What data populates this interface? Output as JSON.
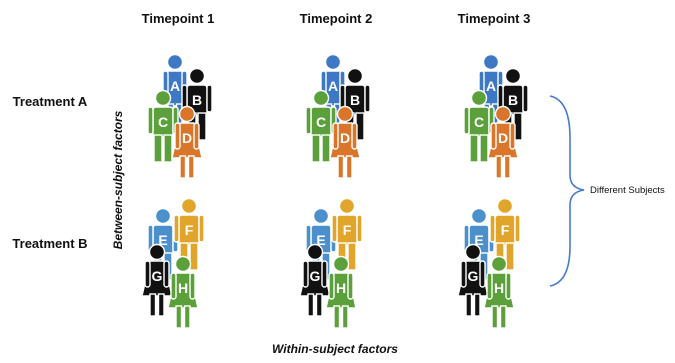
{
  "timepoints": [
    "Timepoint 1",
    "Timepoint 2",
    "Timepoint 3"
  ],
  "treatments": [
    "Treatment A",
    "Treatment B"
  ],
  "axis_labels": {
    "between": "Between-subject factors",
    "within": "Within-subject factors"
  },
  "bracket_label": "Different Subjects",
  "groups": {
    "treatment_a": [
      {
        "letter": "A",
        "shape": "female",
        "color": "#3d78c4"
      },
      {
        "letter": "B",
        "shape": "male",
        "color": "#111111"
      },
      {
        "letter": "C",
        "shape": "male",
        "color": "#5ba03a"
      },
      {
        "letter": "D",
        "shape": "female",
        "color": "#d9762b"
      }
    ],
    "treatment_b": [
      {
        "letter": "E",
        "shape": "male",
        "color": "#4c8fcd"
      },
      {
        "letter": "F",
        "shape": "male",
        "color": "#e0a52a"
      },
      {
        "letter": "G",
        "shape": "female",
        "color": "#111111"
      },
      {
        "letter": "H",
        "shape": "female",
        "color": "#5ba03a"
      }
    ]
  },
  "colors": {
    "text": "#111111",
    "bracket": "#4a7bc8"
  }
}
